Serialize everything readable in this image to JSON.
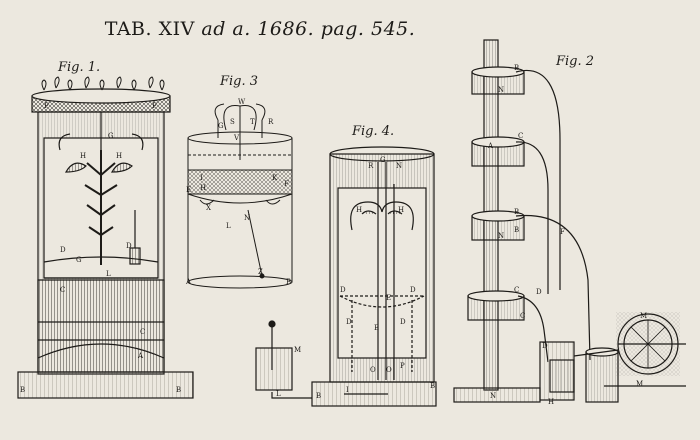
{
  "plate_title": {
    "main": "TAB. XIV",
    "rest": " ad a. 1686. pag. 545."
  },
  "figure_labels": {
    "fig1": "Fig. 1.",
    "fig2": "Fig. 2",
    "fig3": "Fig. 3",
    "fig4": "Fig. 4."
  },
  "fig1_letters": [
    "F",
    "F",
    "G",
    "H",
    "H",
    "G",
    "D",
    "D",
    "L",
    "C",
    "C",
    "A",
    "B",
    "B"
  ],
  "fig2_letters": [
    "B",
    "N",
    "C",
    "A",
    "B",
    "N",
    "C",
    "F",
    "B",
    "C",
    "D",
    "D",
    "H",
    "M",
    "M",
    "N"
  ],
  "fig3_letters": [
    "W",
    "G",
    "S",
    "T",
    "R",
    "V",
    "I",
    "K",
    "H",
    "F",
    "E",
    "X",
    "N",
    "L",
    "Z",
    "A",
    "B"
  ],
  "fig4_letters": [
    "R",
    "G",
    "N",
    "H",
    "H",
    "E",
    "D",
    "D",
    "D",
    "D",
    "E",
    "P",
    "O",
    "O",
    "B",
    "B",
    "M",
    "L",
    "I"
  ],
  "colors": {
    "paper": "#ece8df",
    "ink": "#1d1b18",
    "shade": "#6b665c"
  }
}
